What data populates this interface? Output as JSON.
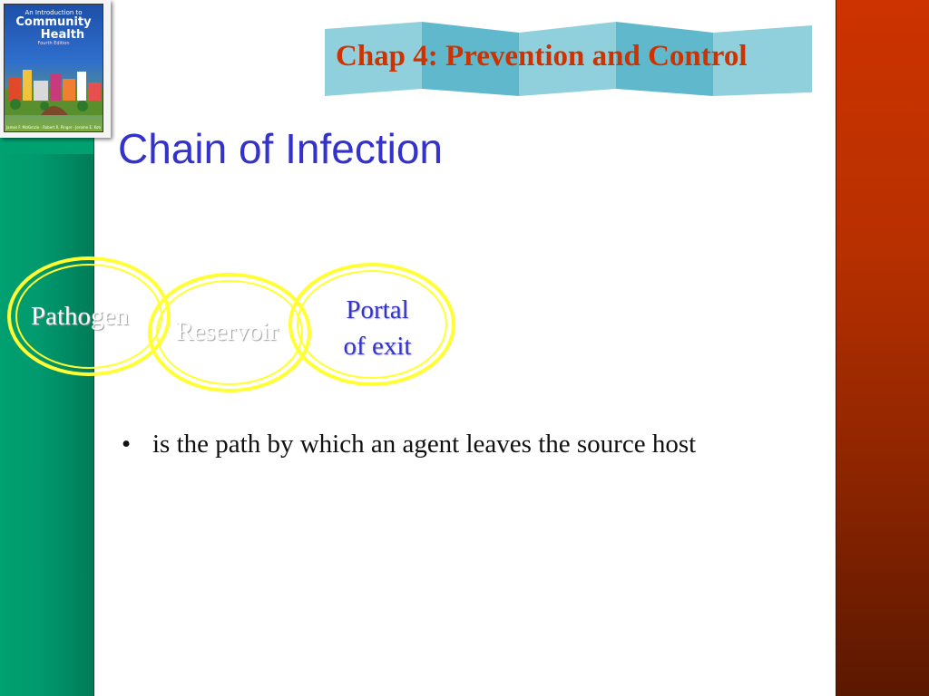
{
  "header": {
    "chapter_title": "Chap 4: Prevention and Control",
    "accent_color": "#cc3300",
    "banner_color": "#8fd0dc"
  },
  "book": {
    "line1": "An Introduction to",
    "line2": "Community",
    "line3": "Health",
    "edition": "Fourth Edition",
    "authors": "James F. McKenzie · Robert R. Pinger · Jerome E. Kotecki"
  },
  "slide": {
    "title": "Chain of Infection",
    "title_color": "#3333cc"
  },
  "diagram": {
    "ring_color": "#ffff33",
    "rings": [
      {
        "label": "Pathogen",
        "state": "faded"
      },
      {
        "label": "Reservoir",
        "state": "faded"
      },
      {
        "label_line1": "Portal",
        "label_line2": "of exit",
        "state": "active"
      }
    ]
  },
  "bullets": [
    {
      "symbol": "•",
      "text": "is the path by which an agent leaves the source host"
    }
  ]
}
